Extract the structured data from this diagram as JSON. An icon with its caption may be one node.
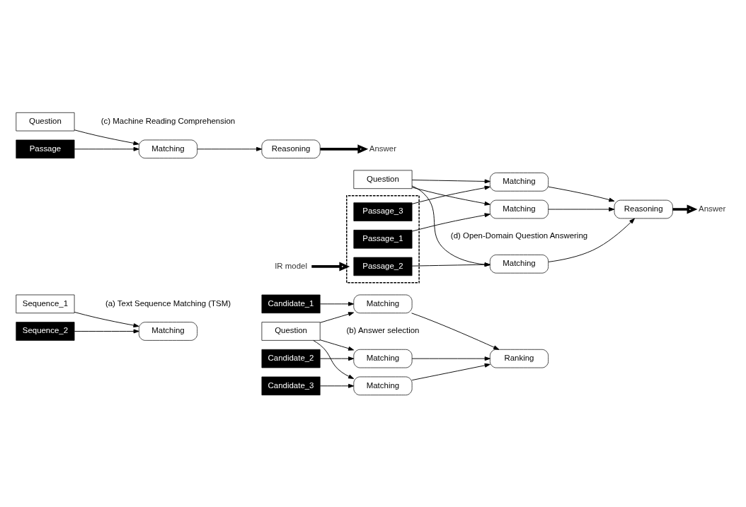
{
  "diagram": {
    "nodes": [
      {
        "text": [
          "Sequence_1"
        ]
      },
      {
        "text": [
          "Sequence_2"
        ]
      },
      {
        "text": [
          "Matching"
        ]
      },
      {
        "text": [
          "Question"
        ]
      },
      {
        "text": [
          "Candidate_1"
        ]
      },
      {
        "text": [
          "Candidate_2"
        ]
      },
      {
        "text": [
          "Candidate_3"
        ]
      },
      {
        "text": [
          "Matching"
        ]
      },
      {
        "text": [
          "Matching"
        ]
      },
      {
        "text": [
          "Matching"
        ]
      },
      {
        "text": [
          "Ranking"
        ]
      },
      {
        "text": [
          "Question"
        ]
      },
      {
        "text": [
          "Passage"
        ]
      },
      {
        "text": [
          "Matching"
        ]
      },
      {
        "text": [
          "Reasoning"
        ]
      },
      {
        "text": [
          "Answer"
        ]
      },
      {
        "text": [
          "Question"
        ]
      },
      {
        "text": [],
        "shape": "box"
      },
      {
        "text": [
          "Passage_1"
        ],
        "in": 17
      },
      {
        "text": [
          "Passage_2"
        ],
        "in": 17
      },
      {
        "text": [
          "Passage_3"
        ],
        "in": 17
      },
      {
        "text": [
          "Matching"
        ]
      },
      {
        "text": [
          "Matching"
        ]
      },
      {
        "text": [
          "Matching"
        ]
      },
      {
        "text": [
          "Reasoning"
        ]
      },
      {
        "text": [
          "Answer"
        ]
      },
      {
        "text": [
          "IR model"
        ]
      }
    ],
    "edges": [
      {
        "from": 0,
        "to": 2,
        "arrow": "to"
      },
      {
        "from": 1,
        "to": 2,
        "arrow": "to"
      },
      {
        "from": 3,
        "to": 7,
        "arrow": "to"
      },
      {
        "from": 3,
        "to": 8,
        "arrow": "to"
      },
      {
        "from": 3,
        "to": 9,
        "arrow": "to"
      },
      {
        "from": 4,
        "to": 7,
        "arrow": "to"
      },
      {
        "from": 5,
        "to": 8,
        "arrow": "to"
      },
      {
        "from": 6,
        "to": 9,
        "arrow": "to"
      },
      {
        "from": 7,
        "to": 10,
        "arrow": "to"
      },
      {
        "from": 8,
        "to": 10,
        "arrow": "to"
      },
      {
        "from": 9,
        "to": 10,
        "arrow": "to"
      },
      {
        "from": 11,
        "to": 13,
        "arrow": "to"
      },
      {
        "from": 12,
        "to": 13,
        "arrow": "to"
      },
      {
        "from": 13,
        "to": 14,
        "arrow": "to"
      },
      {
        "from": 14,
        "to": 15,
        "arrow": "to",
        "style": "thick"
      },
      {
        "from": 16,
        "to": 21,
        "arrow": "to"
      },
      {
        "from": 16,
        "to": 22,
        "arrow": "to"
      },
      {
        "from": 16,
        "to": 23,
        "arrow": "to"
      },
      {
        "from": 18,
        "to": 21,
        "arrow": "to"
      },
      {
        "from": 19,
        "to": 22,
        "arrow": "to"
      },
      {
        "from": 20,
        "to": 23,
        "arrow": "to"
      },
      {
        "from": 21,
        "to": 24,
        "arrow": "to"
      },
      {
        "from": 22,
        "to": 24,
        "arrow": "to"
      },
      {
        "from": 23,
        "to": 24,
        "arrow": "to"
      },
      {
        "from": 24,
        "to": 25,
        "arrow": "to",
        "style": "thick"
      },
      {
        "from": 26,
        "to": 17,
        "arrow": "to",
        "style": "thick"
      }
    ],
    "labels": [
      "(a) Text Sequence Matching (TSM)",
      "(b) Answer selection",
      "(c) Machine Reading Comprehension",
      "(d) Open-Domain Question Answering"
    ]
  }
}
